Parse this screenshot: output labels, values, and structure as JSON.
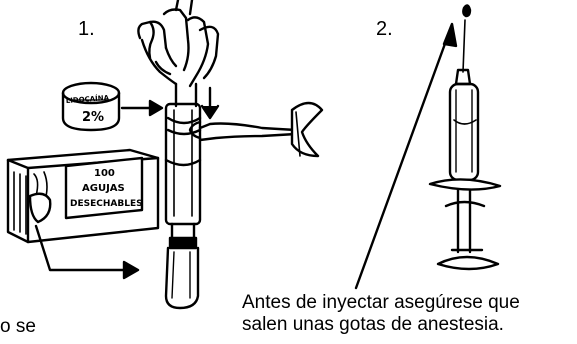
{
  "steps": {
    "one": "1.",
    "two": "2."
  },
  "vial": {
    "line1": "LIDOCAÍNA",
    "line2": "2%"
  },
  "needle_box": {
    "line1": "100",
    "line2": "AGUJAS",
    "line3": "DESECHABLES"
  },
  "caption": {
    "line1": "Antes de inyectar asegúrese que",
    "line2": "salen unas gotas de anestesia."
  },
  "cut_text": "o se"
}
